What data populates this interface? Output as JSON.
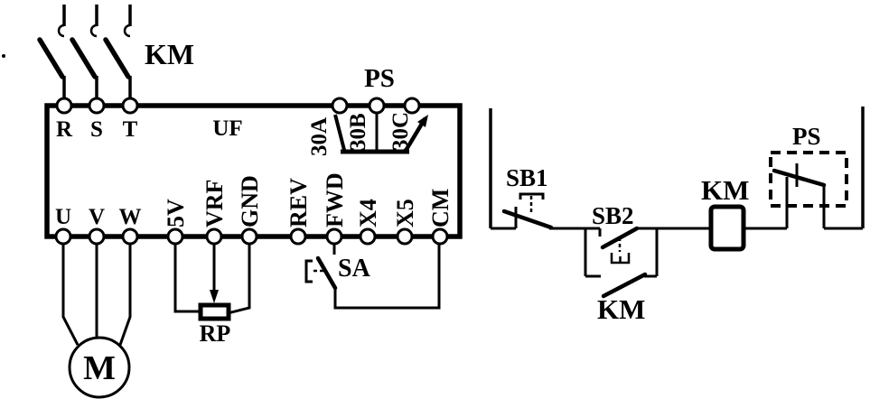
{
  "colors": {
    "ink": "#000000",
    "paper": "#ffffff"
  },
  "inverter": {
    "name": "UF",
    "power_terminals": [
      "R",
      "S",
      "T"
    ],
    "motor_terminals": [
      "U",
      "V",
      "W"
    ],
    "control_terminals": [
      "5V",
      "VRF",
      "GND",
      "REV",
      "FWD",
      "X4",
      "X5",
      "CM"
    ],
    "fault_relay": {
      "name": "PS",
      "terminals": [
        "30A",
        "30B",
        "30C"
      ]
    }
  },
  "main_circuit": {
    "contactor": "KM",
    "motor": "M",
    "potentiometer": "RP",
    "run_switch": "SA"
  },
  "control_circuit": {
    "stop_button": "SB1",
    "start_button": "SB2",
    "holding_contact": "KM",
    "coil": "KM",
    "fault_contact": "PS"
  }
}
